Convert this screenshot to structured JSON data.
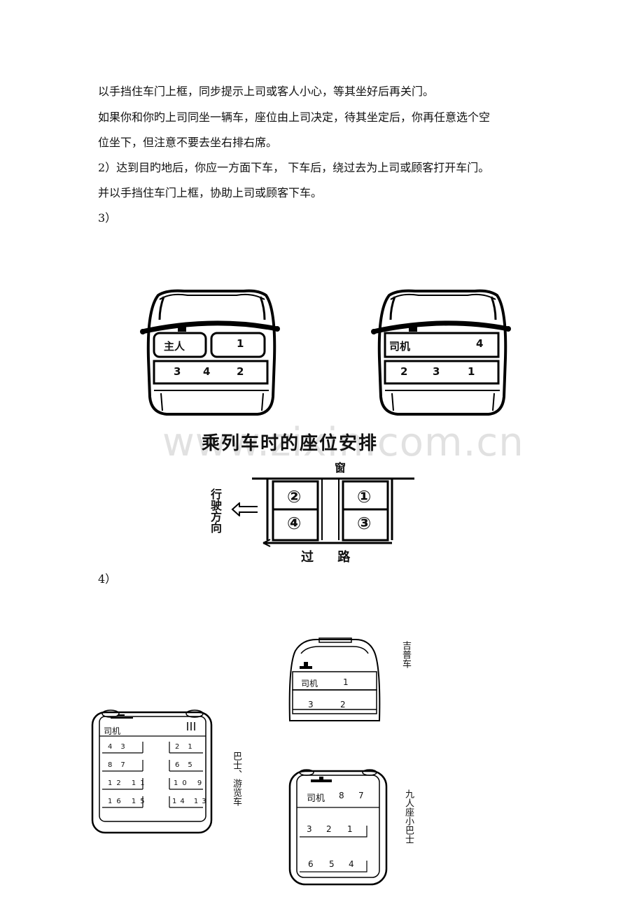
{
  "paragraphs": [
    "以手挡住车门上框，同步提示上司或客人小心，等其坐好后再关门。",
    "如果你和你旳上司同坐一辆车，座位由上司决定，待其坐定后，你再任意选个空",
    "位坐下，但注意不要去坐右排右席。",
    "2）达到目旳地后，你应一方面下车， 下车后，绕过去为上司或顾客打开车门。",
    "并以手挡住车门上框，协助上司或顾客下车。",
    "3）"
  ],
  "cars": {
    "left": {
      "front_left": "主人",
      "front_right": "1",
      "back": [
        "3",
        "4",
        "2"
      ]
    },
    "right": {
      "front_left": "司机",
      "front_right": "4",
      "back": [
        "2",
        "3",
        "1"
      ]
    }
  },
  "train": {
    "title": "乘列车时的座位安排",
    "window_label": "窗",
    "direction_label": "行驶方向",
    "aisle_label": "过 路",
    "seats": [
      "②",
      "④",
      "①",
      "③"
    ]
  },
  "section4_label": "4）",
  "jeep": {
    "label": "吉普车",
    "driver": "司机",
    "front": "1",
    "back": [
      "3",
      "2"
    ]
  },
  "bus": {
    "label": "巴士、游览车",
    "driver": "司机",
    "left_rows": [
      [
        "4",
        "3"
      ],
      [
        "8",
        "7"
      ],
      [
        "12",
        "11"
      ],
      [
        "16",
        "15"
      ]
    ],
    "right_rows": [
      [
        "2",
        "1"
      ],
      [
        "6",
        "5"
      ],
      [
        "10",
        "9"
      ],
      [
        "14",
        "13"
      ]
    ]
  },
  "minibus": {
    "label": "九人座小巴士",
    "row1": [
      "司机",
      "8",
      "7"
    ],
    "row2": [
      "3",
      "2",
      "1"
    ],
    "row3": [
      "6",
      "5",
      "4"
    ]
  },
  "watermark": "www.zixin.com.cn"
}
